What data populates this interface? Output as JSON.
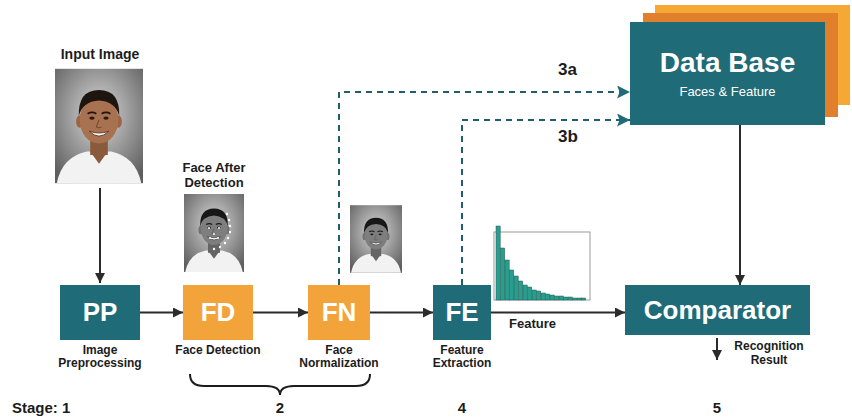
{
  "diagram": {
    "nodes": [
      {
        "text": [
          "PP",
          "Image Preprocessing"
        ]
      },
      {
        "text": [
          "FD",
          "Face Detection"
        ]
      },
      {
        "text": [
          "FN",
          "Face Normalization"
        ]
      },
      {
        "text": [
          "FE",
          "Feature Extraction"
        ]
      },
      {
        "text": [
          "Data Base",
          "Faces & Feature"
        ]
      },
      {
        "text": [
          "Comparator"
        ]
      }
    ],
    "edges": [
      {
        "from": 0,
        "to": 1,
        "arrow": "to"
      },
      {
        "from": 1,
        "to": 2,
        "arrow": "to"
      },
      {
        "from": 2,
        "to": 3,
        "arrow": "to"
      },
      {
        "from": 3,
        "to": 5,
        "label": "Feature",
        "arrow": "to"
      },
      {
        "from": 2,
        "to": 4,
        "label": "3a",
        "arrow": "to"
      },
      {
        "from": 3,
        "to": 4,
        "label": "3b",
        "arrow": "to"
      },
      {
        "from": 4,
        "to": 5,
        "arrow": "to"
      }
    ],
    "labels": [
      "Input Image",
      "Face After Detection",
      "Recognition Result",
      "Stage: 1",
      "2",
      "4",
      "5"
    ]
  }
}
